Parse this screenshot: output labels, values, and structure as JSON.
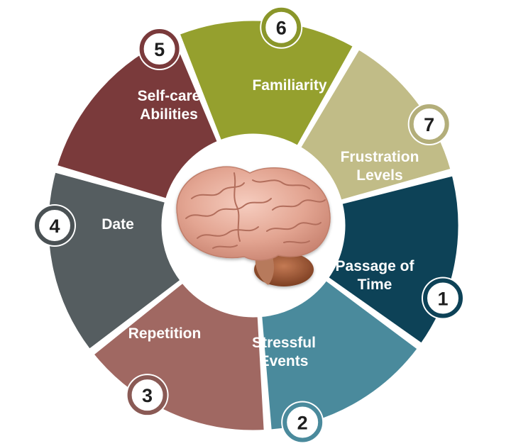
{
  "segments": [
    {
      "number": "1",
      "lines": [
        "Passage of",
        "Time"
      ],
      "color": "#0d4257",
      "ring": "#0d4257"
    },
    {
      "number": "2",
      "lines": [
        "Stressful",
        "Events"
      ],
      "color": "#4a8a9c",
      "ring": "#4a8a9c"
    },
    {
      "number": "3",
      "lines": [
        "Repetition"
      ],
      "color": "#a06862",
      "ring": "#8a5a55"
    },
    {
      "number": "4",
      "lines": [
        "Date"
      ],
      "color": "#555d60",
      "ring": "#4a5154"
    },
    {
      "number": "5",
      "lines": [
        "Self-care",
        "Abilities"
      ],
      "color": "#7a3a3b",
      "ring": "#7a3a3b"
    },
    {
      "number": "6",
      "lines": [
        "Familiarity"
      ],
      "color": "#95a02e",
      "ring": "#8a962a"
    },
    {
      "number": "7",
      "lines": [
        "Frustration",
        "Levels"
      ],
      "color": "#c1bc87",
      "ring": "#b3ae7a"
    }
  ],
  "center_image": "brain-illustration"
}
